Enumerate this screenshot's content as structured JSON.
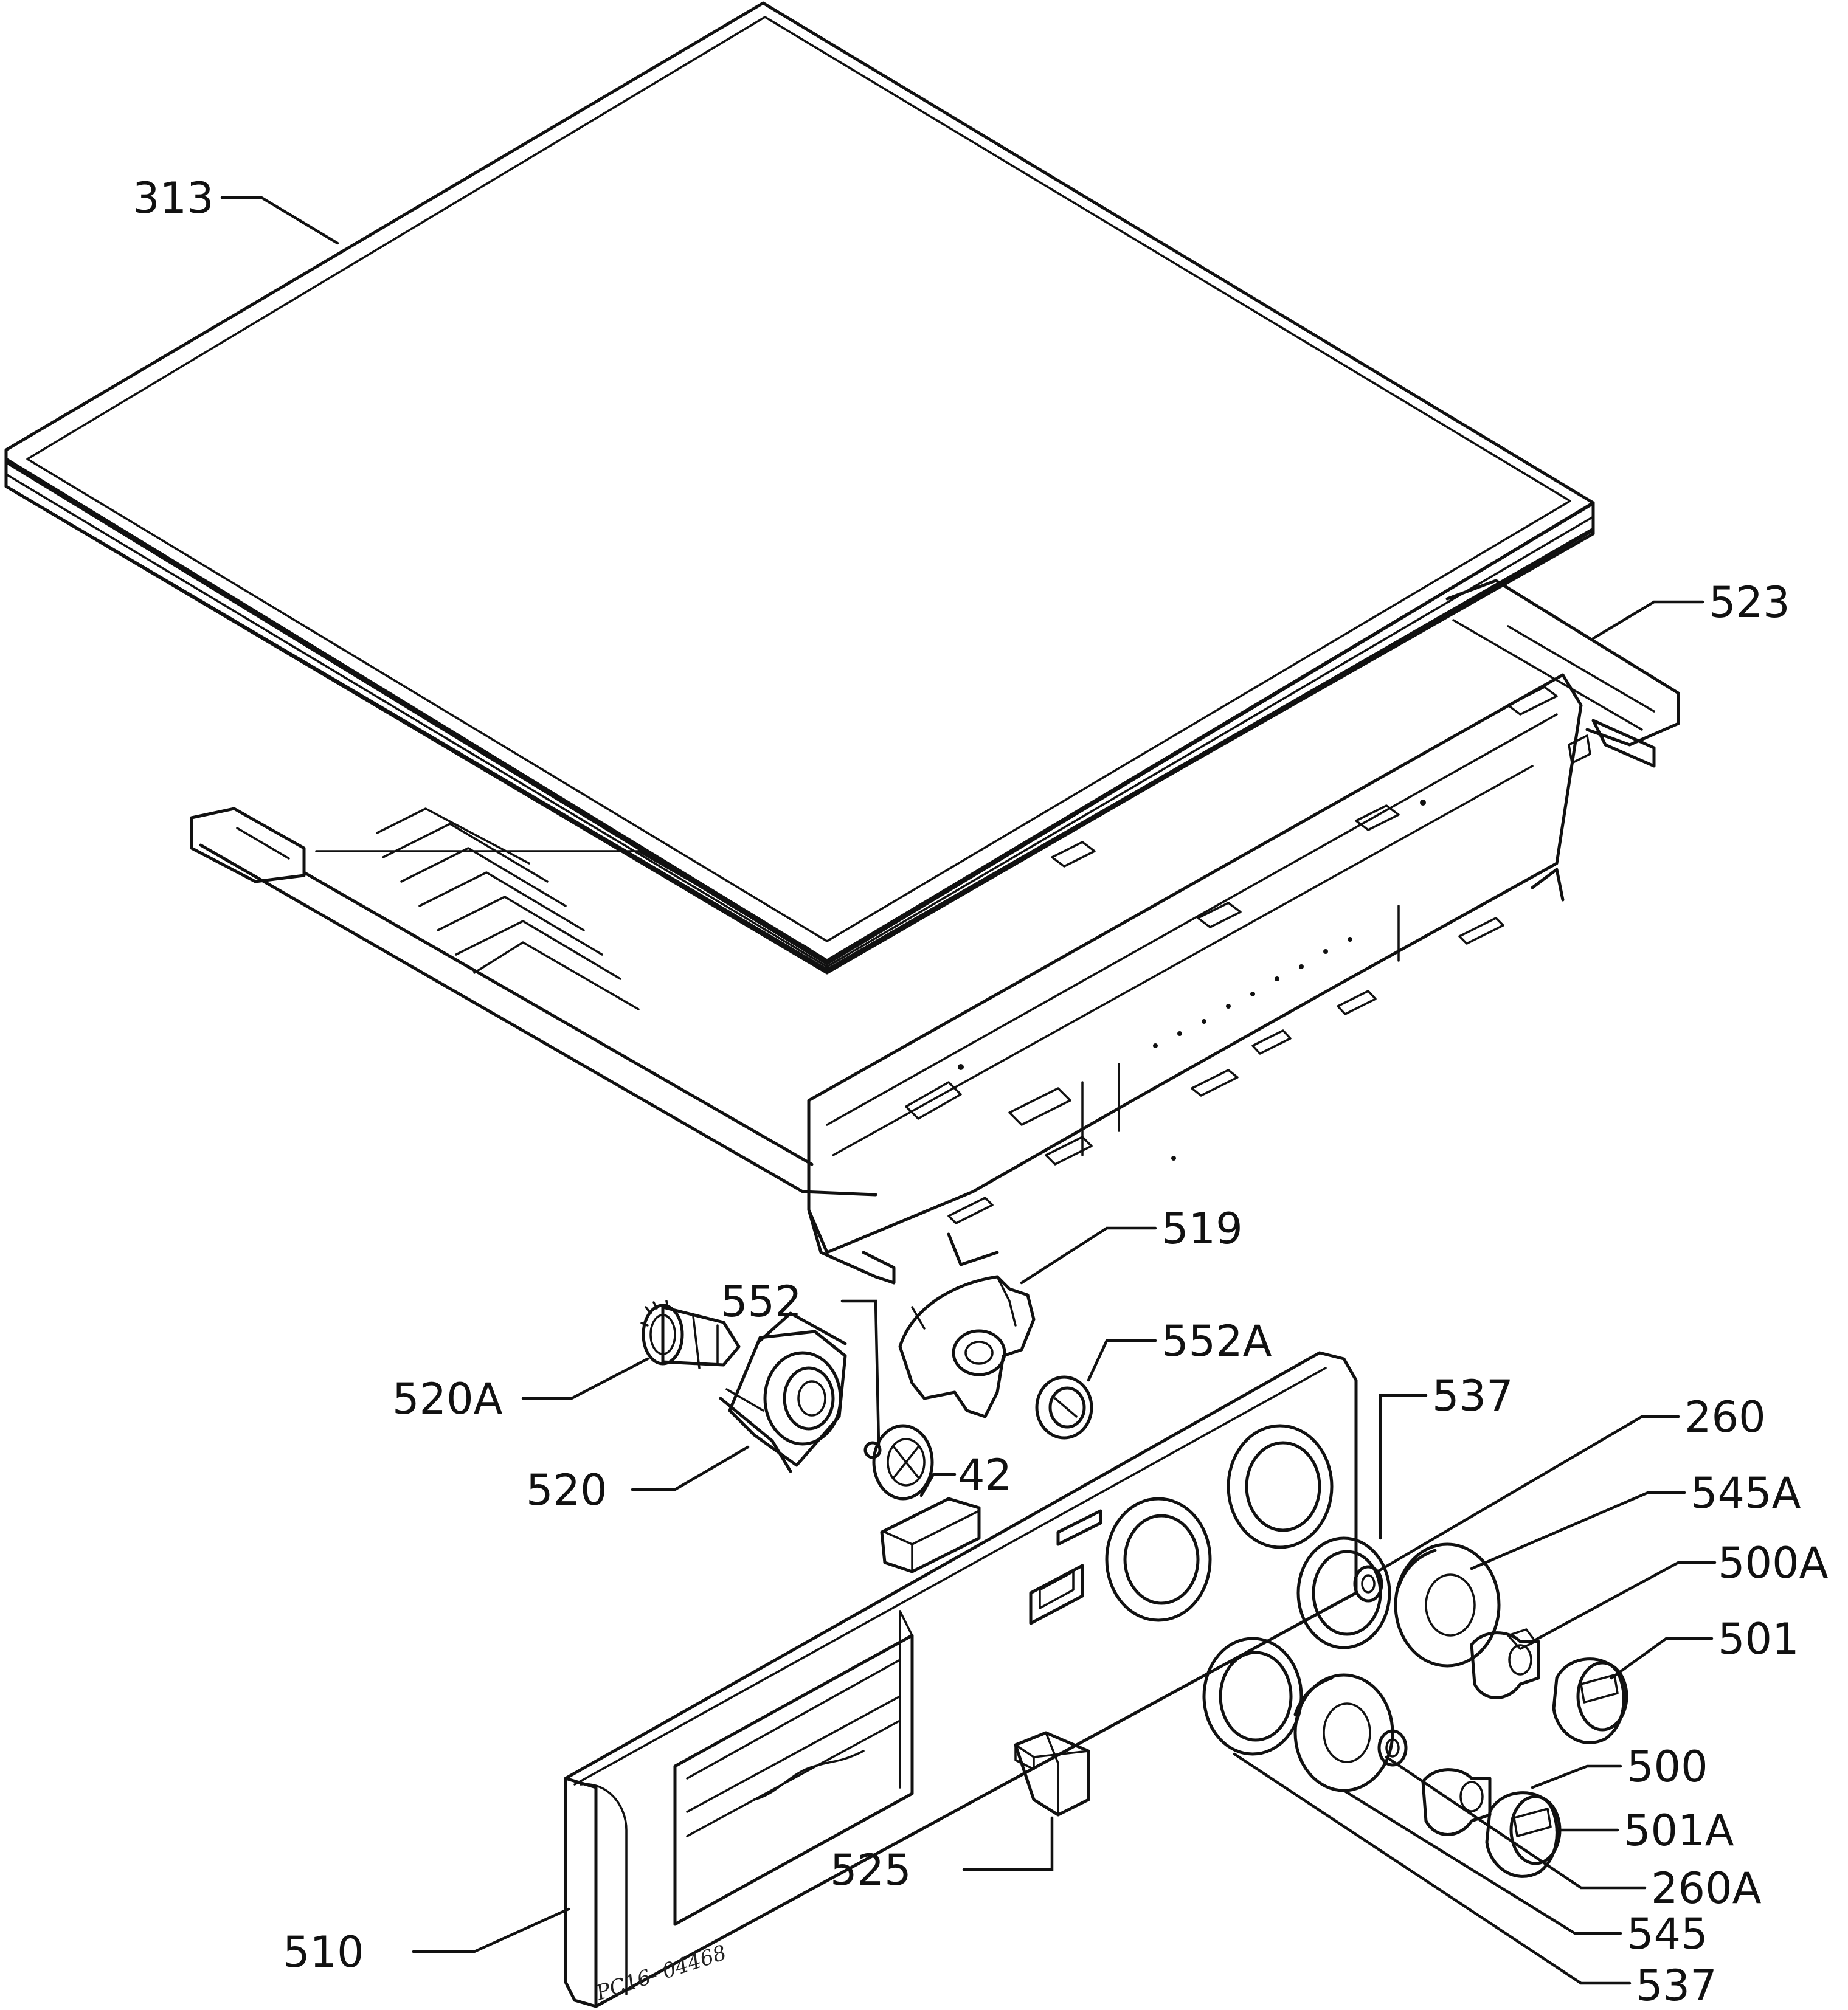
{
  "stamp": "PC16- 04468",
  "callouts": [
    {
      "id": "313",
      "label": "313"
    },
    {
      "id": "523",
      "label": "523"
    },
    {
      "id": "519",
      "label": "519"
    },
    {
      "id": "552",
      "label": "552"
    },
    {
      "id": "552A",
      "label": "552A"
    },
    {
      "id": "520A",
      "label": "520A"
    },
    {
      "id": "520",
      "label": "520"
    },
    {
      "id": "42",
      "label": "42"
    },
    {
      "id": "537-top",
      "label": "537"
    },
    {
      "id": "260",
      "label": "260"
    },
    {
      "id": "545A",
      "label": "545A"
    },
    {
      "id": "500A",
      "label": "500A"
    },
    {
      "id": "501",
      "label": "501"
    },
    {
      "id": "500",
      "label": "500"
    },
    {
      "id": "501A",
      "label": "501A"
    },
    {
      "id": "260A",
      "label": "260A"
    },
    {
      "id": "545",
      "label": "545"
    },
    {
      "id": "537-bottom",
      "label": "537"
    },
    {
      "id": "525",
      "label": "525"
    },
    {
      "id": "510",
      "label": "510"
    }
  ]
}
